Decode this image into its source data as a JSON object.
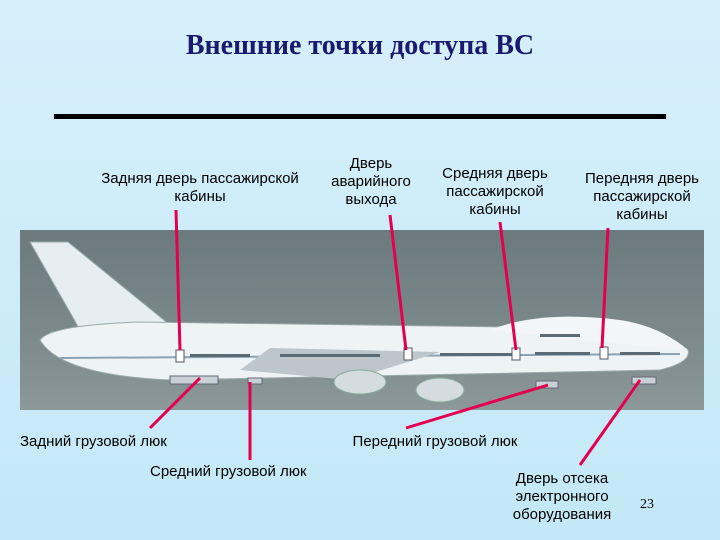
{
  "slide": {
    "title": "Внешние точки доступа ВС",
    "page_number": "23"
  },
  "labels": {
    "rear_passenger_door": "Задняя дверь пассажирской кабины",
    "emergency_exit_door": "Дверь аварийного выхода",
    "middle_passenger_door": "Средняя дверь пассажирской кабины",
    "front_passenger_door": "Передняя дверь пассажирской кабины",
    "rear_cargo_hatch": "Задний грузовой люк",
    "middle_cargo_hatch": "Средний грузовой люк",
    "front_cargo_hatch": "Передний грузовой люк",
    "avionics_bay_door": "Дверь отсека электронного оборудования"
  },
  "colors": {
    "title": "#1a1a6e",
    "pointer": "#e4004f",
    "background": "#d6f0fb"
  }
}
